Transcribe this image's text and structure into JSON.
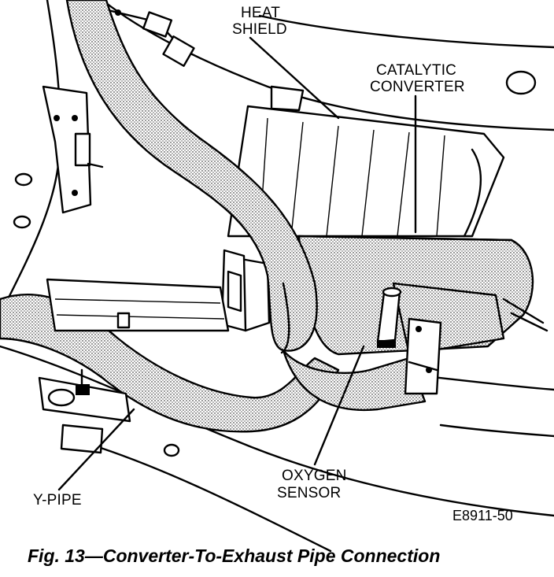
{
  "figure": {
    "caption": "Fig. 13—Converter-To-Exhaust Pipe Connection",
    "code": "E8911-50"
  },
  "labels": {
    "heat_shield_line1": "HEAT",
    "heat_shield_line2": "SHIELD",
    "catalytic_line1": "CATALYTIC",
    "catalytic_line2": "CONVERTER",
    "oxygen_line1": "OXYGEN",
    "oxygen_line2": "SENSOR",
    "y_pipe": "Y-PIPE"
  }
}
